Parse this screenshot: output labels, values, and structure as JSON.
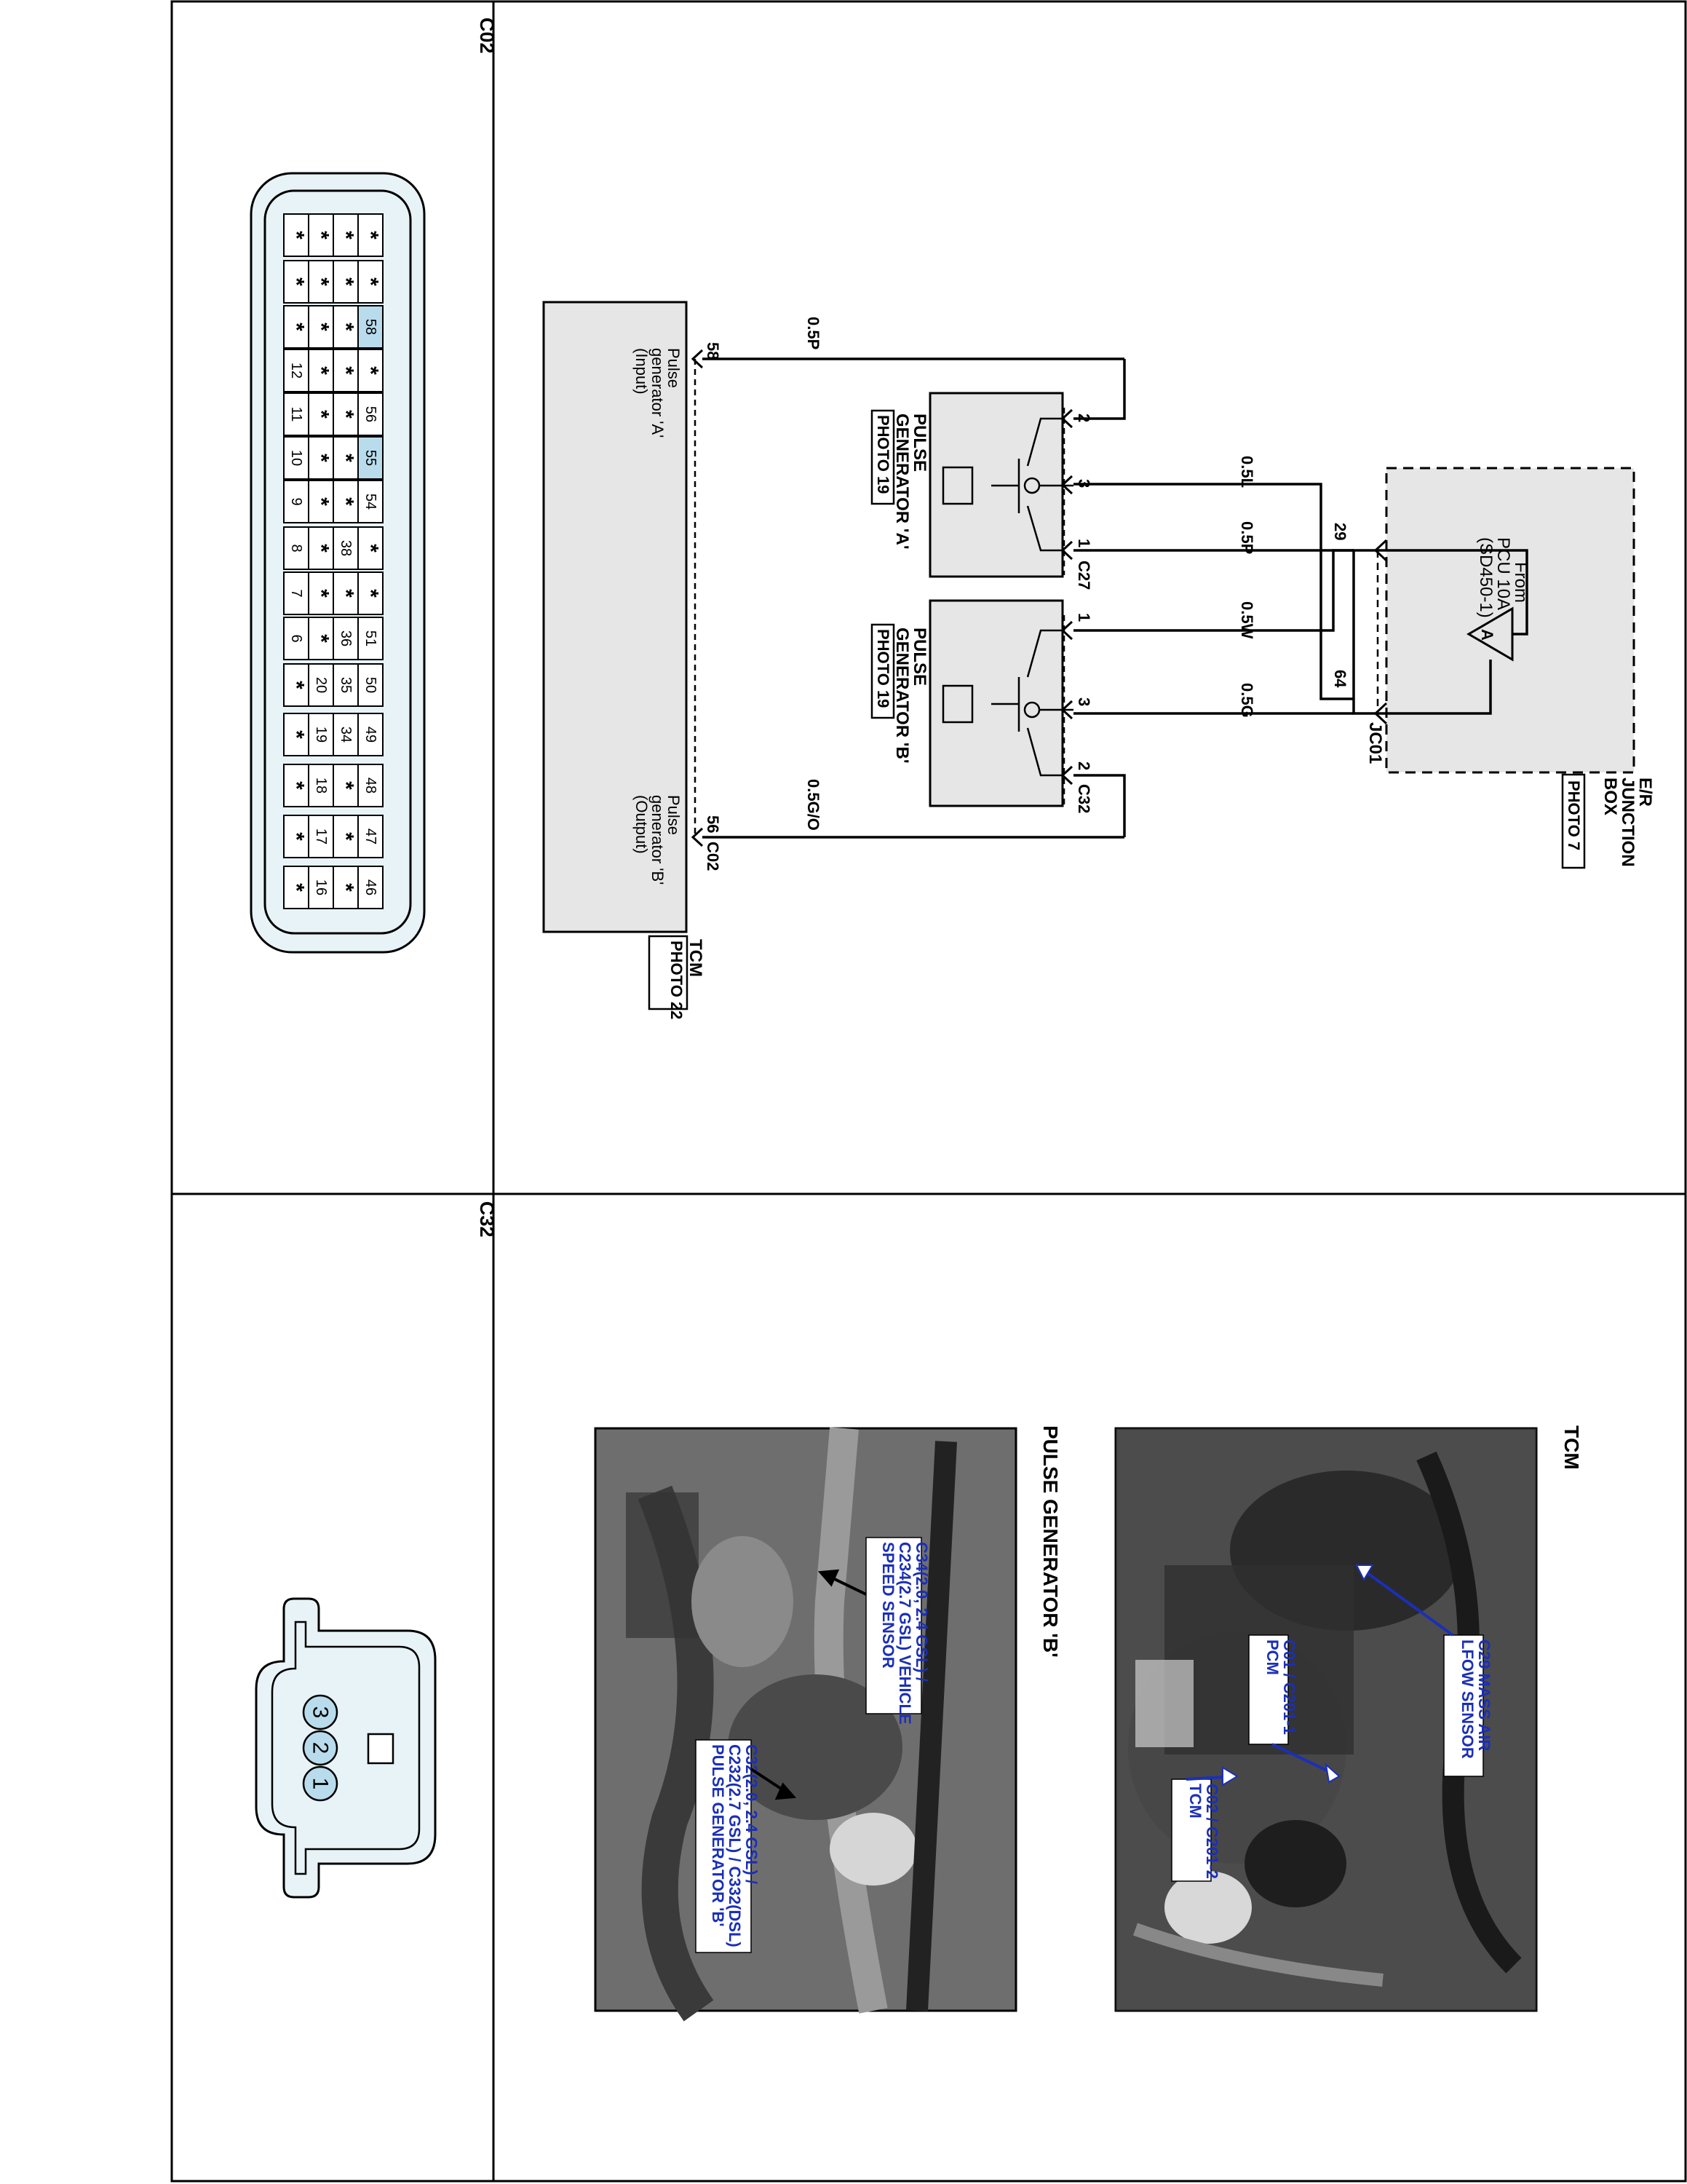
{
  "upper_left": {
    "connector_label": "C02",
    "rows": [
      [
        "*",
        "*",
        "*",
        "*"
      ],
      [
        "*",
        "*",
        "*",
        "*"
      ],
      [
        "*",
        "*",
        "*",
        "58"
      ],
      [
        "12",
        "*",
        "*",
        "*"
      ],
      [
        "11",
        "*",
        "*",
        "56"
      ],
      [
        "10",
        "*",
        "*",
        "55"
      ],
      [
        "9",
        "*",
        "*",
        "54"
      ],
      [
        "8",
        "*",
        "38",
        "*"
      ],
      [
        "7",
        "*",
        "*",
        "*"
      ],
      [
        "6",
        "*",
        "36",
        "51"
      ],
      [
        "*",
        "20",
        "35",
        "50"
      ],
      [
        "*",
        "19",
        "34",
        "49"
      ],
      [
        "*",
        "18",
        "*",
        "48"
      ],
      [
        "*",
        "17",
        "*",
        "47"
      ],
      [
        "*",
        "16",
        "*",
        "46"
      ]
    ],
    "highlighted_pins": [
      "58",
      "55"
    ]
  },
  "lower_left": {
    "connector_label": "C32",
    "pins": [
      "3",
      "2",
      "1"
    ]
  },
  "schematic": {
    "junction_box": {
      "title": [
        "E/R",
        "JUNCTION",
        "BOX"
      ],
      "photo": "PHOTO 7",
      "from_lines": [
        "From",
        "PCU 10A",
        "(SD450-1)"
      ],
      "fuse_mark": "A",
      "connector": "JC01",
      "pin_a": "29",
      "pin_b": "64"
    },
    "wires": {
      "w1": "0.5L",
      "w2": "0.5P",
      "w3": "0.5W",
      "w4": "0.5G",
      "w5": "0.5P",
      "w6": "0.5G/O"
    },
    "pulse_a": {
      "title": [
        "PULSE",
        "GENERATOR 'A'"
      ],
      "photo": "PHOTO 19",
      "connector": "C27",
      "pins": [
        "2",
        "3",
        "1"
      ]
    },
    "pulse_b": {
      "title": [
        "PULSE",
        "GENERATOR 'B'"
      ],
      "photo": "PHOTO 19",
      "connector": "C32",
      "pins": [
        "1",
        "3",
        "2"
      ]
    },
    "tcm": {
      "title": "TCM",
      "photo": "PHOTO 22",
      "connector": "C02",
      "pin_a": "58",
      "pin_b": "56",
      "label_a": [
        "Pulse",
        "generator 'A'",
        "(Input)"
      ],
      "label_b": [
        "Pulse",
        "generator 'B'",
        "(Output)"
      ]
    }
  },
  "photos": {
    "tcm": {
      "title": "TCM",
      "callouts": [
        [
          "C29 MASS AIR",
          "LFOW SENSOR"
        ],
        [
          "C01 / C201-1",
          "PCM"
        ],
        [
          "C02 / C201-2",
          "TCM"
        ]
      ]
    },
    "pulse_b": {
      "title": "PULSE GENERATOR 'B'",
      "callouts": [
        [
          "C34(2.0, 2.4 GSL) /",
          "C234(2.7 GSL) VEHICLE",
          "SPEED SENSOR"
        ],
        [
          "C32(2.0, 2.4 GSL) /",
          "C232(2.7 GSL) / C332(DSL)",
          "PULSE GENERATOR 'B'"
        ]
      ]
    }
  }
}
